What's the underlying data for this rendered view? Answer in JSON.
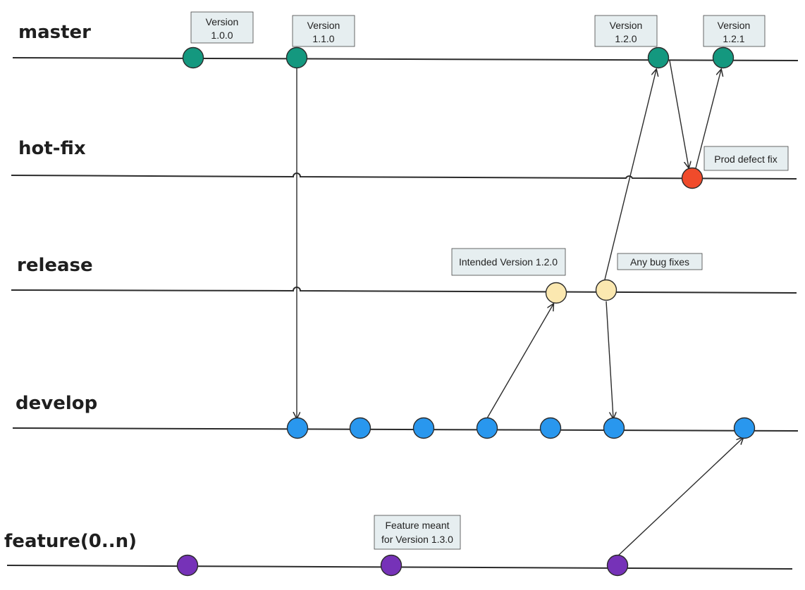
{
  "colors": {
    "master": "#14987f",
    "hotfix": "#f04b2b",
    "release": "#fbe8b0",
    "develop": "#2997ee",
    "feature": "#7632b8",
    "note_fill": "#e6eef0",
    "line": "#2b2b2b"
  },
  "branches": {
    "master": "master",
    "hotfix": "hot-fix",
    "release": "release",
    "develop": "develop",
    "feature": "feature(0..n)"
  },
  "notes": {
    "v100": [
      "Version",
      "1.0.0"
    ],
    "v110": [
      "Version",
      "1.1.0"
    ],
    "v120": [
      "Version",
      "1.2.0"
    ],
    "v121": [
      "Version",
      "1.2.1"
    ],
    "prod_fix": [
      "Prod defect fix"
    ],
    "intended": [
      "Intended Version 1.2.0"
    ],
    "bugfixes": [
      "Any bug fixes"
    ],
    "feature130": [
      "Feature meant",
      "for Version 1.3.0"
    ]
  }
}
